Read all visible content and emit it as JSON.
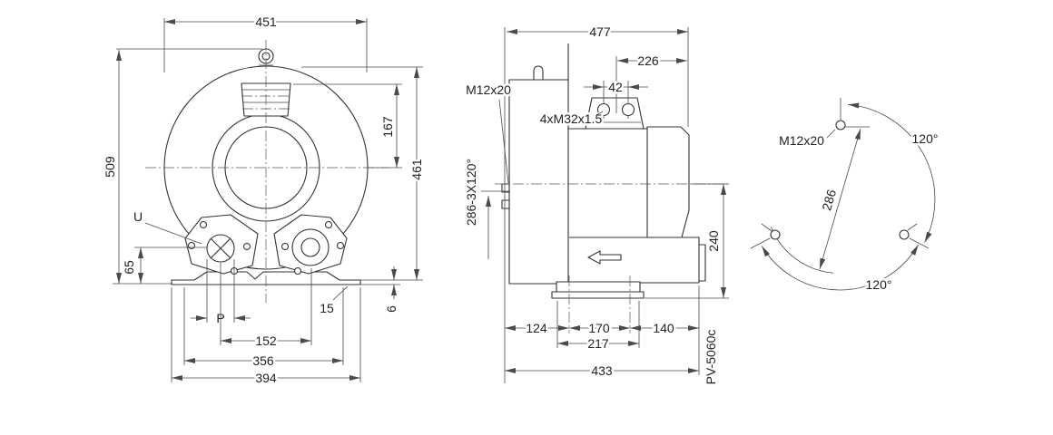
{
  "drawing": {
    "front_view": {
      "dim_width_top": "451",
      "dim_height_overall": "509",
      "dim_inlet_to_center": "167",
      "dim_height_body": "461",
      "dim_port_center_height": "65",
      "label_port_u": "U",
      "dim_port_p": "P",
      "dim_port_spacing": "152",
      "dim_foot_inner": "356",
      "dim_foot_overall": "394",
      "label_foot_bend": "15",
      "dim_base_thickness": "6"
    },
    "side_view": {
      "dim_length_overall": "477",
      "dim_terminal_box_offset": "226",
      "dim_gland_spacing": "42",
      "label_flange_thread": "M12x20",
      "label_cable_glands": "4xM32x1.5",
      "label_bolt_circle_note": "286-3X120°",
      "dim_center_height": "240",
      "dim_foot_left": "124",
      "dim_foot_holes": "170",
      "dim_foot_right": "140",
      "dim_foot_plate": "217",
      "dim_base_length": "433",
      "label_model": "PV-5060c"
    },
    "flange_view": {
      "label_thread": "M12x20",
      "dim_angle_right": "120°",
      "dim_angle_bottom": "120°",
      "dim_bolt_circle_dia": "286"
    }
  }
}
